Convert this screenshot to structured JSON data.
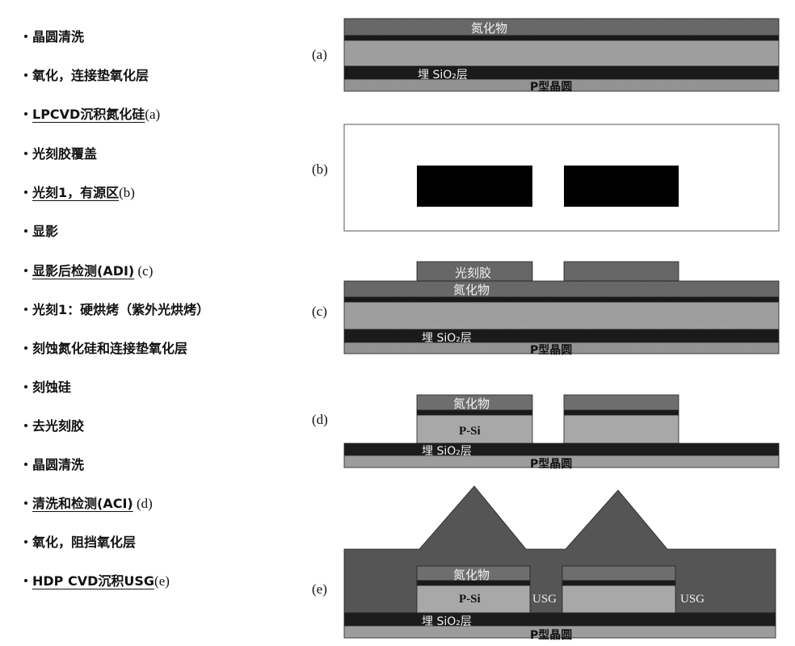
{
  "steps": [
    {
      "text": "晶圆清洗",
      "underlined": false,
      "suffix": ""
    },
    {
      "text": "氧化，连接垫氧化层",
      "underlined": false,
      "suffix": ""
    },
    {
      "text": "LPCVD沉积氮化硅",
      "underlined": true,
      "suffix": "(a)"
    },
    {
      "text": "光刻胶覆盖",
      "underlined": false,
      "suffix": ""
    },
    {
      "text": "光刻1，有源区",
      "underlined": true,
      "suffix": "(b)"
    },
    {
      "text": "显影",
      "underlined": false,
      "suffix": ""
    },
    {
      "text": "显影后检测(ADI)",
      "underlined": true,
      "suffix": " (c)"
    },
    {
      "text": "光刻1：硬烘烤（紫外光烘烤）",
      "underlined": false,
      "suffix": ""
    },
    {
      "text": "刻蚀氮化硅和连接垫氧化层",
      "underlined": false,
      "suffix": ""
    },
    {
      "text": "刻蚀硅",
      "underlined": false,
      "suffix": ""
    },
    {
      "text": "去光刻胶",
      "underlined": false,
      "suffix": ""
    },
    {
      "text": "晶圆清洗",
      "underlined": false,
      "suffix": ""
    },
    {
      "text": "清洗和检测(ACI)",
      "underlined": true,
      "suffix": " (d)"
    },
    {
      "text": "氧化，阻挡氧化层",
      "underlined": false,
      "suffix": ""
    },
    {
      "text": "HDP CVD沉积USG",
      "underlined": true,
      "suffix": "(e)"
    }
  ],
  "panels": {
    "a": {
      "label": "(a)",
      "nitride": "氮化物",
      "box": "埋 SiO₂层",
      "wafer": "P型晶圆"
    },
    "b": {
      "label": "(b)"
    },
    "c": {
      "label": "(c)",
      "resist": "光刻胶",
      "nitride": "氮化物",
      "box": "埋 SiO₂层",
      "wafer": "P型晶圆"
    },
    "d": {
      "label": "(d)",
      "nitride": "氮化物",
      "psi": "P-Si",
      "box": "埋 SiO₂层",
      "wafer": "P型晶圆"
    },
    "e": {
      "label": "(e)",
      "nitride": "氮化物",
      "psi": "P-Si",
      "usg1": "USG",
      "usg2": "USG",
      "box": "埋 SiO₂层",
      "wafer": "P型晶圆"
    }
  },
  "colors": {
    "nitride": "#6e6e6e",
    "pad_oxide": "#1a1a1a",
    "silicon": "#a8a8a8",
    "box_oxide": "#1c1c1c",
    "wafer": "#9c9c9c",
    "usg": "#5a5a5a",
    "resist": "#666666",
    "mask": "#000000"
  }
}
